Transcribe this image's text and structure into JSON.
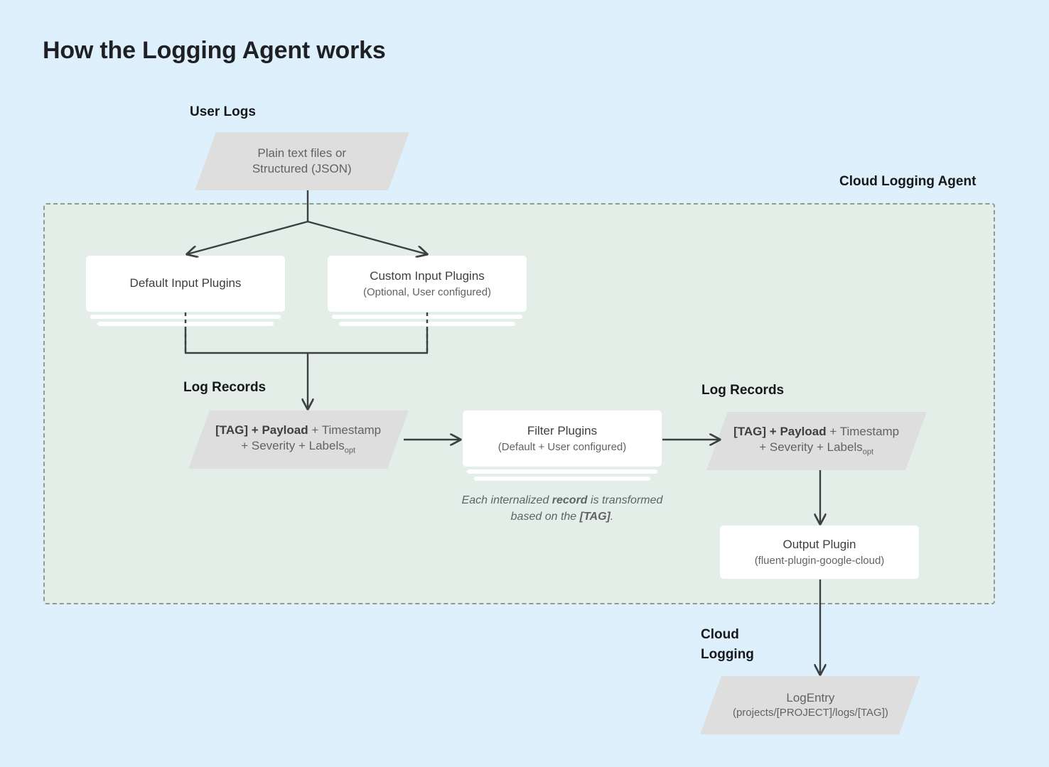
{
  "title": "How the Logging Agent works",
  "colors": {
    "page_background": "#ddf0fb",
    "agent_panel_fill": "#e2eee7",
    "agent_panel_border": "#8e9a93",
    "parallelogram_fill": "#dedede",
    "card_fill": "#ffffff",
    "connector_stroke": "#3c4043",
    "heading_text": "#17181b",
    "body_text": "#5f6368"
  },
  "labels": {
    "user_logs": "User Logs",
    "cloud_logging_agent": "Cloud Logging Agent",
    "log_records_left": "Log Records",
    "log_records_right": "Log Records",
    "cloud_logging": "Cloud\nLogging"
  },
  "nodes": {
    "user_logs_source": {
      "line1": "Plain text files or",
      "line2": "Structured (JSON)"
    },
    "default_input_plugins": {
      "title": "Default Input Plugins",
      "subtitle": ""
    },
    "custom_input_plugins": {
      "title": "Custom Input Plugins",
      "subtitle": "(Optional, User configured)"
    },
    "log_record_left": {
      "bold1": "[TAG] + Payload",
      "rest1": " + Timestamp",
      "line2": "+ Severity + Labels",
      "subscript": "opt"
    },
    "filter_plugins": {
      "title": "Filter Plugins",
      "subtitle": "(Default + User configured)"
    },
    "log_record_right": {
      "bold1": "[TAG] + Payload",
      "rest1": " + Timestamp",
      "line2": "+ Severity + Labels",
      "subscript": "opt"
    },
    "output_plugin": {
      "title": "Output Plugin",
      "subtitle": "(fluent-plugin-google-cloud)"
    },
    "log_entry": {
      "title": "LogEntry",
      "subtitle": "(projects/[PROJECT]/logs/[TAG])"
    }
  },
  "annotations": {
    "transform_note_pre": "Each internalized ",
    "transform_note_bold1": "record",
    "transform_note_mid": " is transformed based on the ",
    "transform_note_bold2": "[TAG]",
    "transform_note_post": "."
  }
}
